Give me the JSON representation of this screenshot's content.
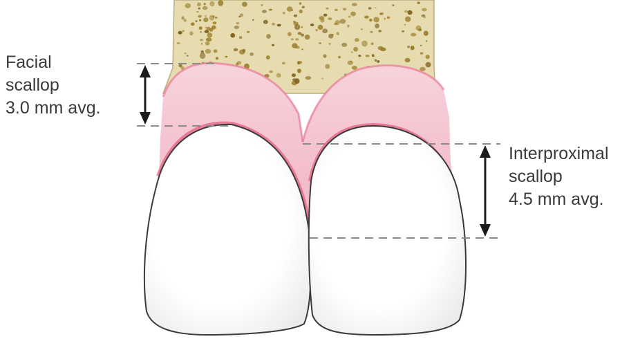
{
  "facial_scallop": {
    "line1": "Facial",
    "line2": "scallop",
    "line3": "3.0 mm avg."
  },
  "interproximal_scallop": {
    "line1": "Interproximal",
    "line2": "scallop",
    "line3": "4.5 mm avg."
  },
  "colors": {
    "bone": "#e6dcb0",
    "bone_pores": "#9a7b28",
    "gingiva": "#f3bfcb",
    "gingiva_edge": "#e4607f",
    "tooth": "#ffffff",
    "tooth_outline": "#3a3a3a",
    "guide_line": "#8a8a8a",
    "arrow": "#1a1a1a"
  }
}
